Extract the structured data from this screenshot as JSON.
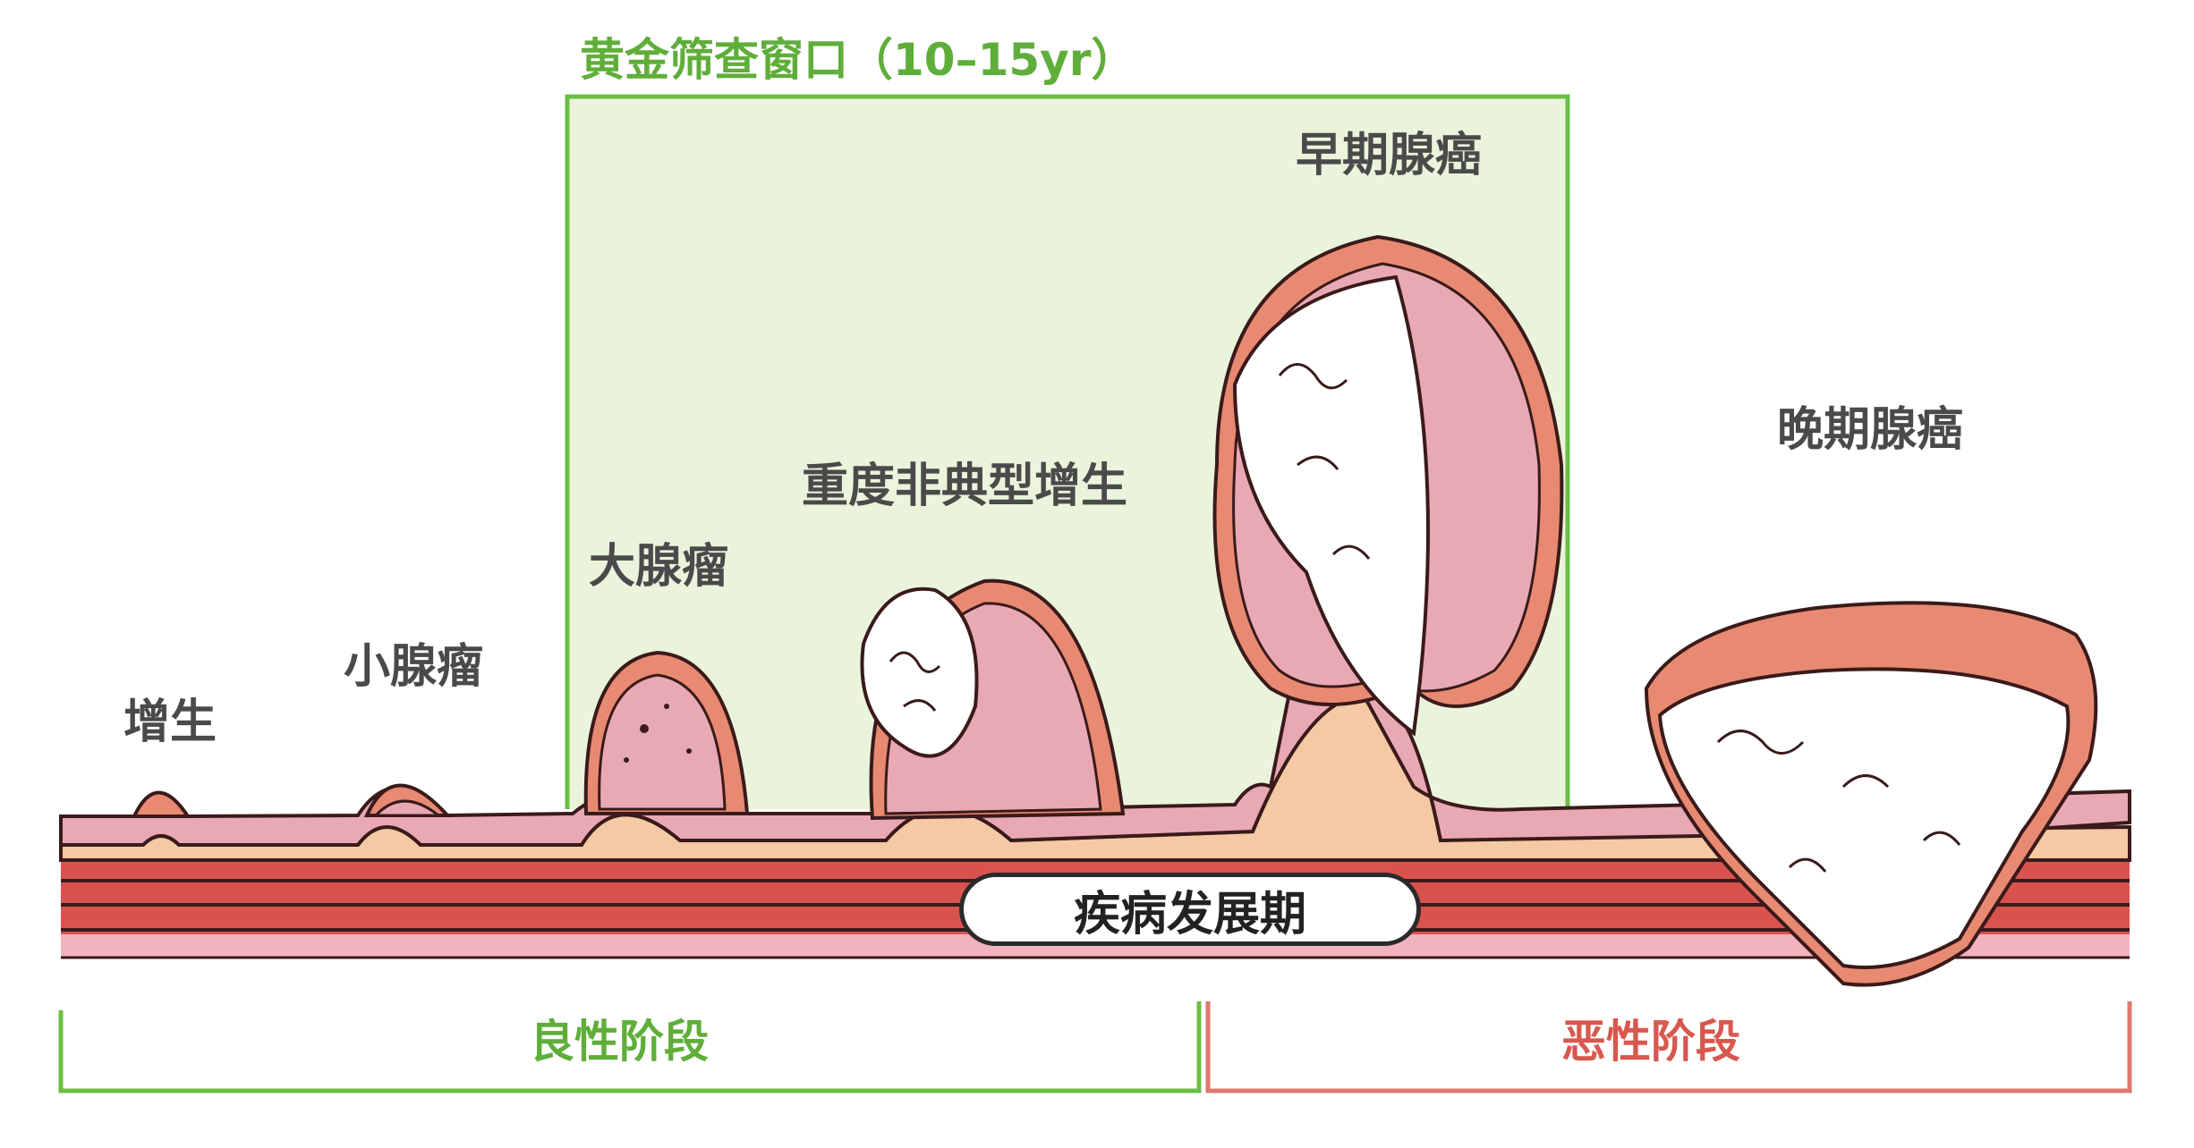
{
  "diagram": {
    "window_title": "黄金筛查窗口（10–15yr）",
    "stages": {
      "hyperplasia": "增生",
      "small_adenoma": "小腺瘤",
      "large_adenoma": "大腺瘤",
      "severe_dysplasia": "重度非典型增生",
      "early_adenocarcinoma": "早期腺癌",
      "late_adenocarcinoma": "晚期腺癌"
    },
    "development_period": "疾病发展期",
    "phases": {
      "benign": "良性阶段",
      "malignant": "恶性阶段"
    },
    "colors": {
      "window_fill": "#eaf4dc",
      "window_border": "#6cbf45",
      "benign": "#5fae3a",
      "malignant": "#d8584f",
      "mucosa": "#e9a9b4",
      "submucosa": "#f4c9a3",
      "muscle": "#d9534e",
      "tumor_surface": "#e88a72",
      "tumor_core": "#ffffff"
    }
  }
}
